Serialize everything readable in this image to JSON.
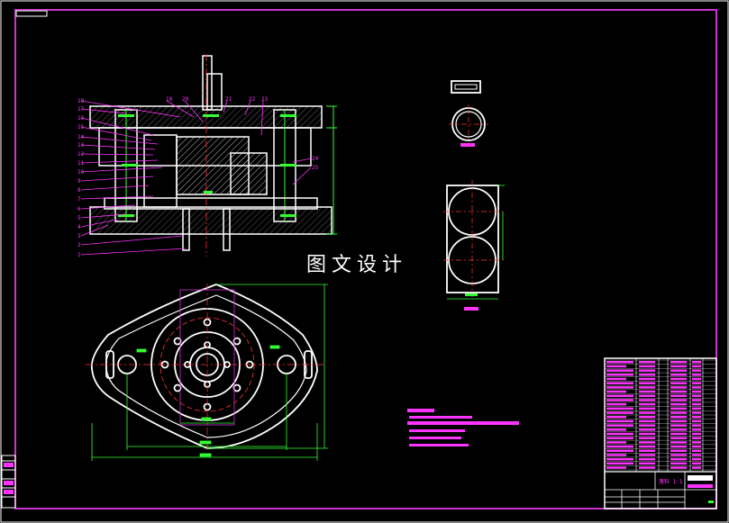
{
  "watermark": "图文设计",
  "colors": {
    "background": "#000000",
    "outline": "#ffffff",
    "frame": "#cc33cc",
    "leader": "#ff33ff",
    "dimension": "#33ff33",
    "centerline": "#ff3333",
    "hatch": "#ffffff"
  },
  "part_numbers_left": [
    "18",
    "17",
    "16",
    "15",
    "14",
    "13",
    "12",
    "11",
    "10",
    "9",
    "8",
    "7",
    "6",
    "5",
    "4",
    "3",
    "2",
    "1"
  ],
  "part_numbers_top": [
    "19",
    "20",
    "21",
    "22",
    "23"
  ],
  "part_numbers_right": [
    "24",
    "25"
  ],
  "title_block": {
    "title": "落料 1:1"
  }
}
